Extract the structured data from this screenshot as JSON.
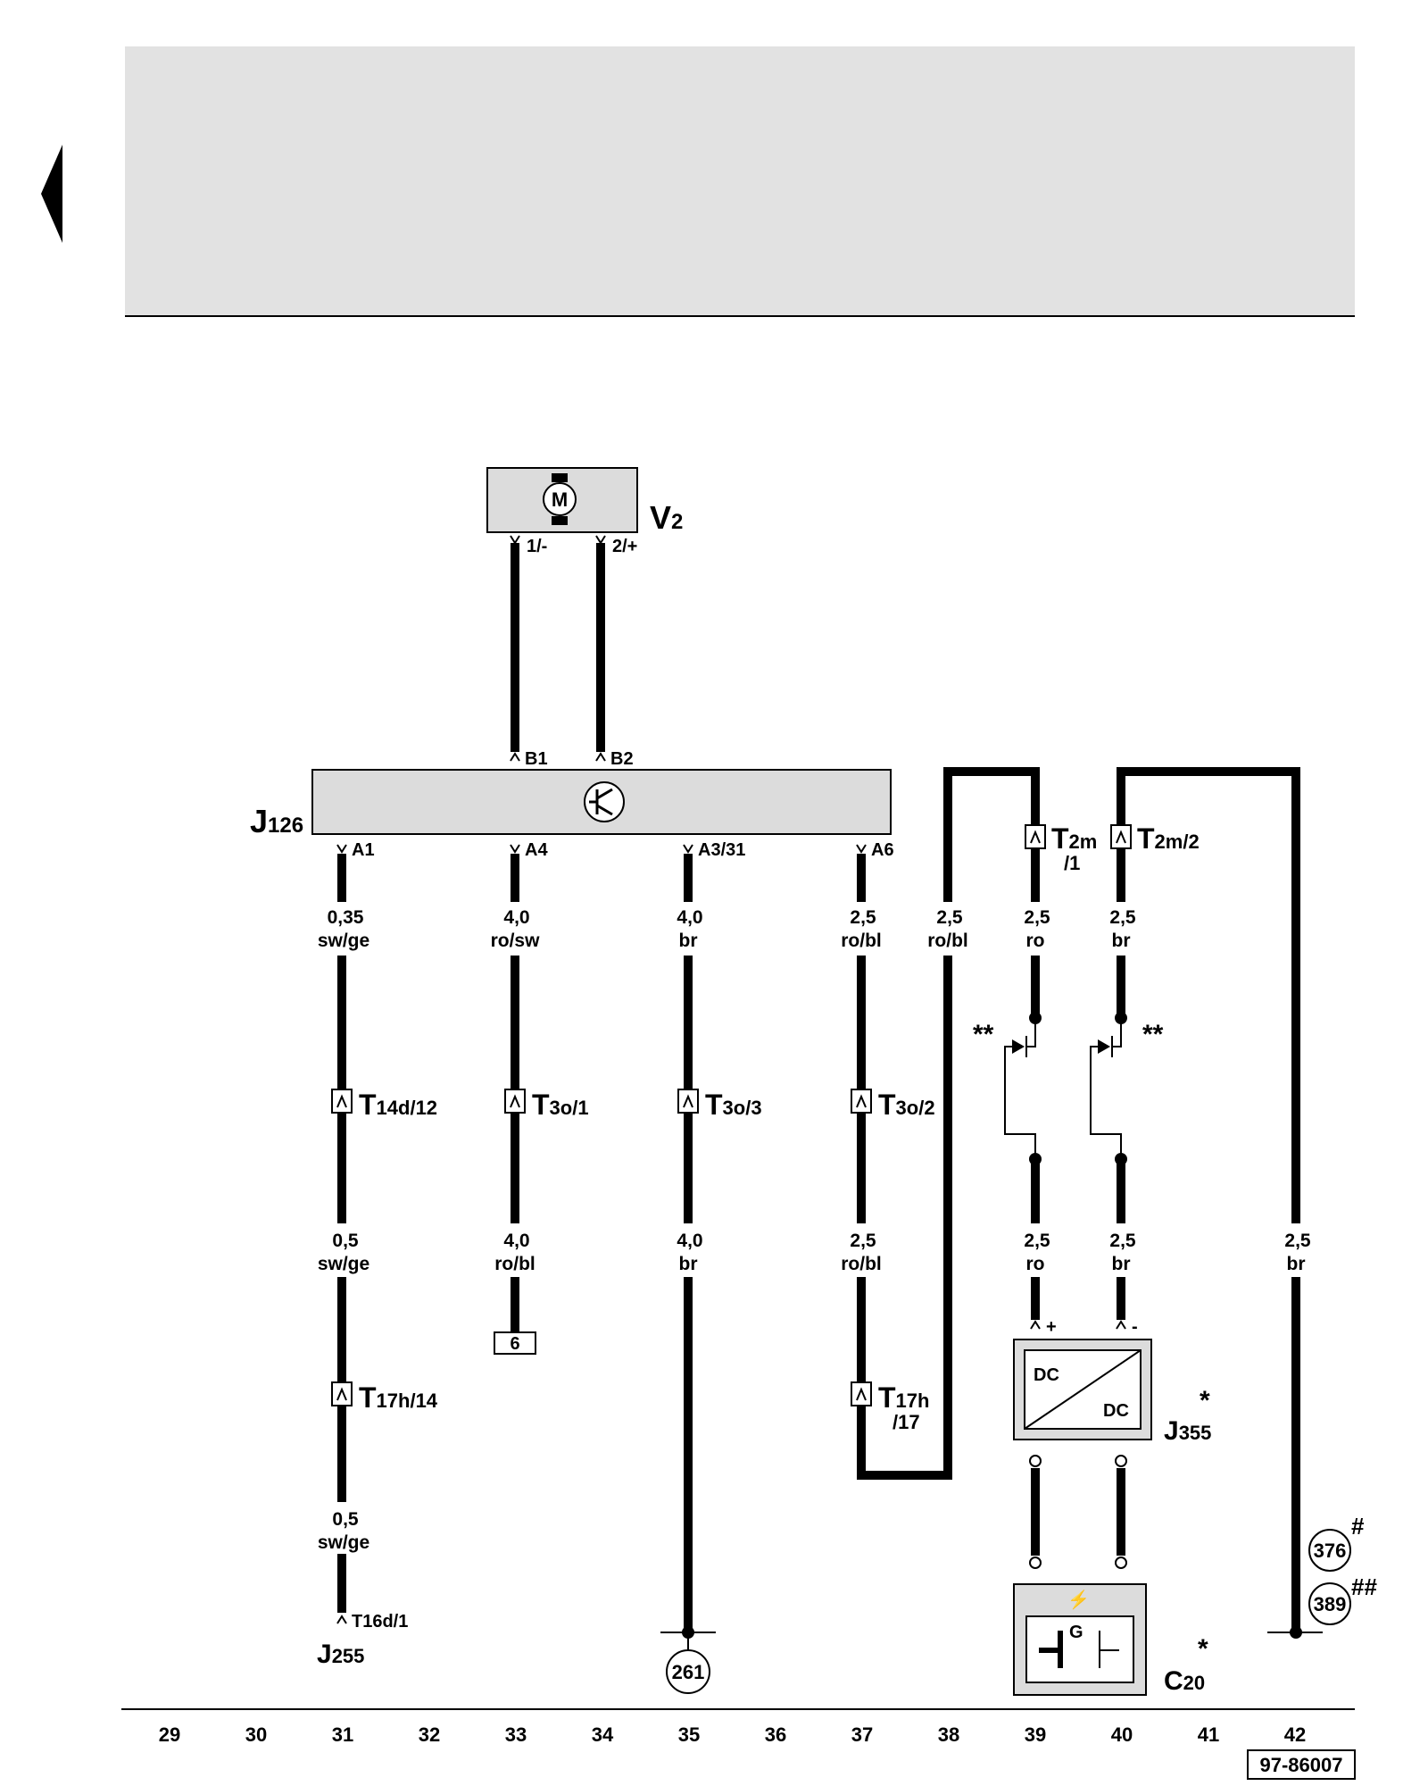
{
  "nav": {
    "back_icon": "triangle-left-icon"
  },
  "diagram_code": "97-86007",
  "components": {
    "v2": {
      "code": "V",
      "sub": "2",
      "pins": [
        "1/-",
        "2/+"
      ],
      "symbol": "M"
    },
    "j126": {
      "code": "J",
      "sub": "126",
      "pins_top": [
        "B1",
        "B2"
      ],
      "pins_bottom": [
        "A1",
        "A4",
        "A3/31",
        "A6"
      ]
    },
    "j355": {
      "code": "J",
      "sub": "355",
      "star": "*",
      "dc_in": "DC",
      "dc_out": "DC",
      "pins": [
        "+",
        "-"
      ]
    },
    "c20": {
      "code": "C",
      "sub": "20",
      "star": "*",
      "g_label": "G"
    },
    "j255": {
      "code": "J",
      "sub": "255",
      "pin": "T16d/1"
    }
  },
  "connectors": [
    {
      "id": "t14d12",
      "main": "T",
      "sub": "14d/12",
      "sub2": ""
    },
    {
      "id": "t3o1",
      "main": "T",
      "sub": "3o/1",
      "sub2": ""
    },
    {
      "id": "t3o3",
      "main": "T",
      "sub": "3o/3",
      "sub2": ""
    },
    {
      "id": "t3o2",
      "main": "T",
      "sub": "3o/2",
      "sub2": ""
    },
    {
      "id": "t17h14",
      "main": "T",
      "sub": "17h/14",
      "sub2": ""
    },
    {
      "id": "t17h17",
      "main": "T",
      "sub": "17h",
      "sub2": "/17"
    },
    {
      "id": "t2m1",
      "main": "T",
      "sub": "2m",
      "sub2": "/1"
    },
    {
      "id": "t2m2",
      "main": "T",
      "sub": "2m/2",
      "sub2": ""
    }
  ],
  "wires": [
    {
      "size": "0,35",
      "color": "sw/ge"
    },
    {
      "size": "4,0",
      "color": "ro/sw"
    },
    {
      "size": "4,0",
      "color": "br"
    },
    {
      "size": "2,5",
      "color": "ro/bl"
    },
    {
      "size": "2,5",
      "color": "ro/bl"
    },
    {
      "size": "2,5",
      "color": "ro"
    },
    {
      "size": "2,5",
      "color": "br"
    },
    {
      "size": "0,5",
      "color": "sw/ge"
    },
    {
      "size": "4,0",
      "color": "ro/bl"
    },
    {
      "size": "4,0",
      "color": "br"
    },
    {
      "size": "2,5",
      "color": "ro/bl"
    },
    {
      "size": "2,5",
      "color": "ro"
    },
    {
      "size": "2,5",
      "color": "br"
    },
    {
      "size": "2,5",
      "color": "br"
    },
    {
      "size": "0,5",
      "color": "sw/ge"
    }
  ],
  "refs": {
    "box6": "6",
    "ground261": "261",
    "ref376": "376",
    "ref389": "389",
    "mark376": "#",
    "mark389": "##",
    "dstar": "**"
  },
  "footer_numbers": [
    "29",
    "30",
    "31",
    "32",
    "33",
    "34",
    "35",
    "36",
    "37",
    "38",
    "39",
    "40",
    "41",
    "42"
  ]
}
